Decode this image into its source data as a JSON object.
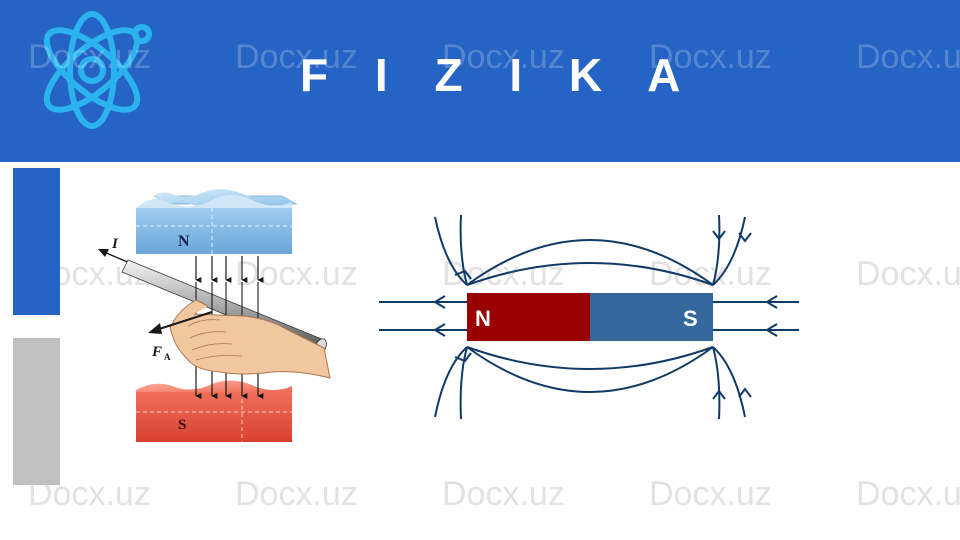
{
  "header": {
    "title": "F I Z I K A"
  },
  "watermark": {
    "text": "Docx.uz"
  },
  "figure_left": {
    "top_pole": "N",
    "bottom_pole": "S",
    "current_label": "I",
    "force_label": "F",
    "force_subscript": "A"
  },
  "figure_right": {
    "north_label": "N",
    "south_label": "S",
    "colors": {
      "north": "#9b0000",
      "south": "#34689c",
      "field_lines": "#123a66"
    }
  },
  "colors": {
    "brand_blue": "#2563c4",
    "accent_gray": "#c0c0c0"
  }
}
